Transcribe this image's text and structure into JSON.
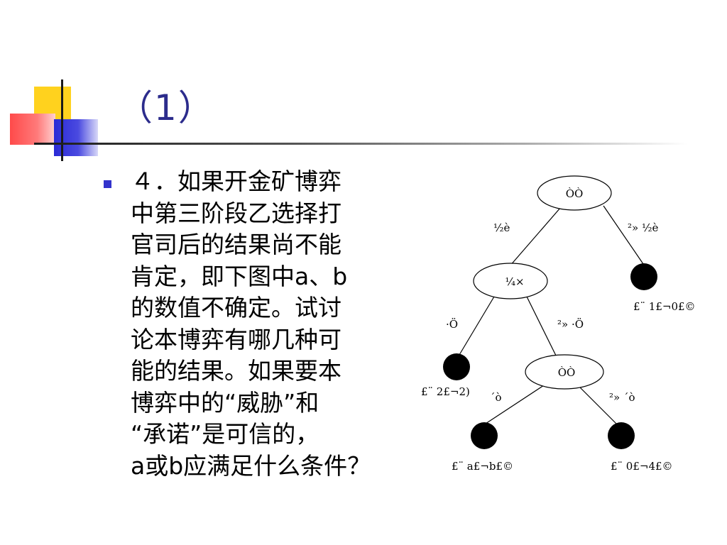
{
  "slide": {
    "title": "（1）",
    "question": "４．如果开金矿博弈\n中第三阶段乙选择打\n官司后的结果尚不能\n肯定，即下图中a、b\n的数值不确定。试讨\n论本博弈有哪几种可\n能的结果。如果要本\n博弈中的“威胁”和\n“承诺”是可信的，\na或b应满足什么条件？"
  },
  "tree": {
    "root_label": "ÒÒ",
    "root_left_edge": "½è",
    "root_right_edge": "²» ½è",
    "terminal_right": "£¨ 1£¬0£©",
    "mid_label": "¼×",
    "mid_left_edge": "·Ö",
    "mid_right_edge": "²» ·Ö",
    "terminal_mid_left": "£¨ 2£¬2)",
    "low_label": "ÒÒ",
    "low_left_edge": "´ò",
    "low_right_edge": "²» ´ò",
    "terminal_low_left": "£¨ a£¬b£©",
    "terminal_low_right": "£¨ 0£¬4£©"
  }
}
